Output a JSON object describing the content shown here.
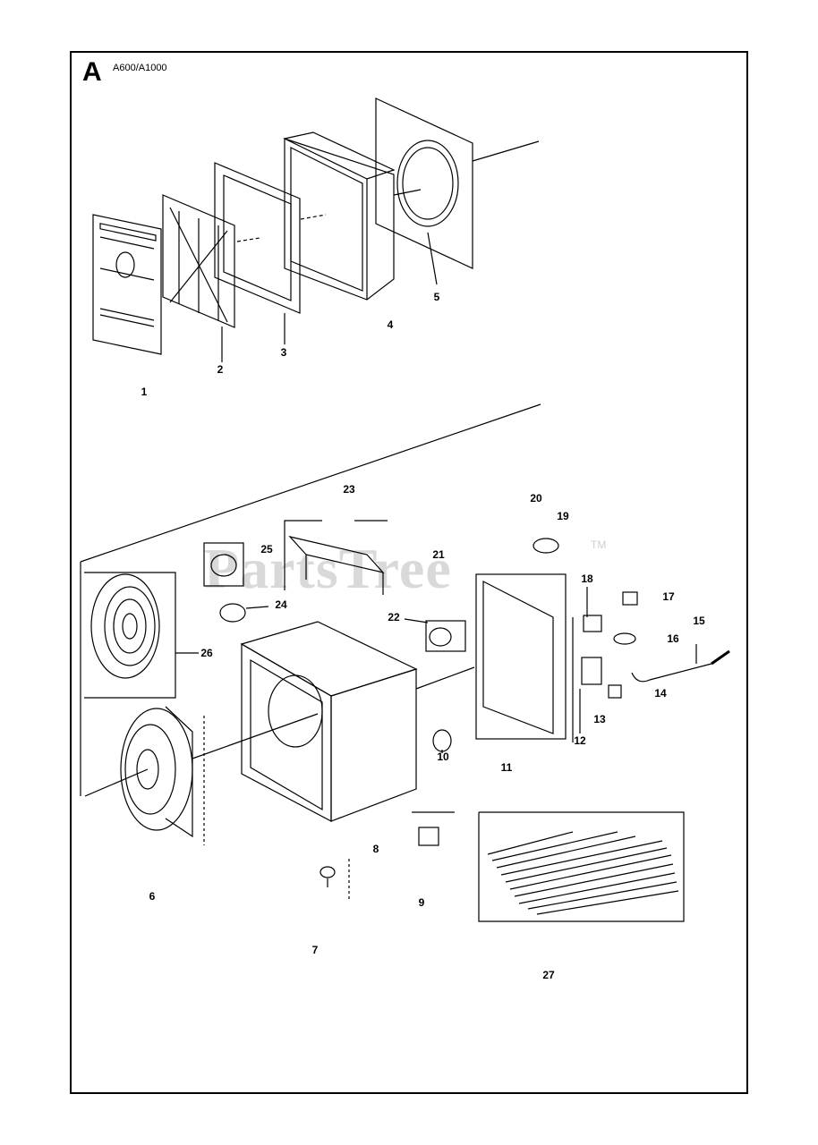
{
  "diagram": {
    "section_letter": "A",
    "model": "A600/A1000",
    "watermark": "PartsTree",
    "watermark_tm": "TM",
    "callouts": [
      {
        "id": "c1",
        "label": "1"
      },
      {
        "id": "c2",
        "label": "2"
      },
      {
        "id": "c3",
        "label": "3"
      },
      {
        "id": "c4",
        "label": "4"
      },
      {
        "id": "c5",
        "label": "5"
      },
      {
        "id": "c6",
        "label": "6"
      },
      {
        "id": "c7",
        "label": "7"
      },
      {
        "id": "c8",
        "label": "8"
      },
      {
        "id": "c9",
        "label": "9"
      },
      {
        "id": "c10",
        "label": "10"
      },
      {
        "id": "c11",
        "label": "11"
      },
      {
        "id": "c12",
        "label": "12"
      },
      {
        "id": "c13",
        "label": "13"
      },
      {
        "id": "c14",
        "label": "14"
      },
      {
        "id": "c15",
        "label": "15"
      },
      {
        "id": "c16",
        "label": "16"
      },
      {
        "id": "c17",
        "label": "17"
      },
      {
        "id": "c18",
        "label": "18"
      },
      {
        "id": "c19",
        "label": "19"
      },
      {
        "id": "c20",
        "label": "20"
      },
      {
        "id": "c21",
        "label": "21"
      },
      {
        "id": "c22",
        "label": "22"
      },
      {
        "id": "c23",
        "label": "23"
      },
      {
        "id": "c24",
        "label": "24"
      },
      {
        "id": "c25",
        "label": "25"
      },
      {
        "id": "c26",
        "label": "26"
      },
      {
        "id": "c27",
        "label": "27"
      }
    ]
  }
}
